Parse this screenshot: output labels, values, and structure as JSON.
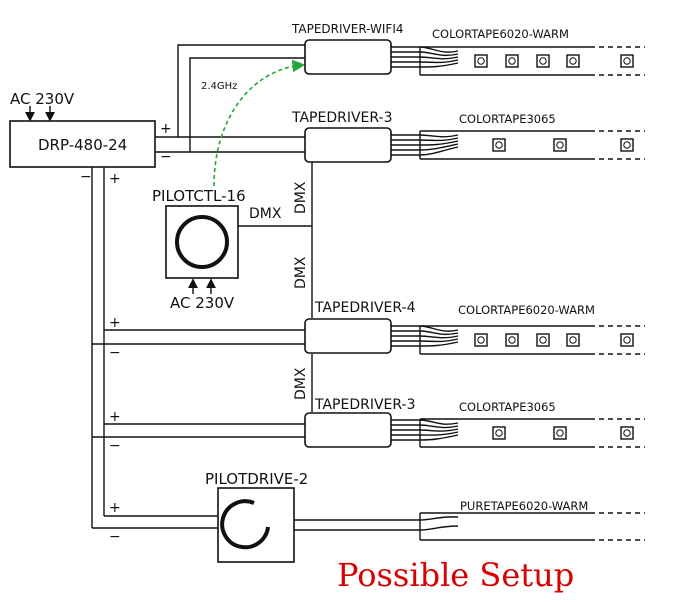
{
  "colors": {
    "accent": "#d80000",
    "wireless": "#22a83a",
    "line": "#111111"
  },
  "psu": {
    "name": "DRP-480-24",
    "input": "AC 230V",
    "plus": "+",
    "minus": "−"
  },
  "controller": {
    "name": "PILOTCTL-16",
    "input": "AC 230V",
    "dmx_out": "DMX",
    "icon": "ring-knob-icon"
  },
  "wireless": {
    "label": "2.4GHz"
  },
  "dmx_labels": [
    "DMX",
    "DMX",
    "DMX"
  ],
  "rows": [
    {
      "driver": "TAPEDRIVER-WIFI4",
      "tape": "COLORTAPE6020-WARM",
      "plus": "+",
      "minus": "−"
    },
    {
      "driver": "TAPEDRIVER-3",
      "tape": "COLORTAPE3065",
      "plus": "",
      "minus": ""
    },
    {
      "driver": "TAPEDRIVER-4",
      "tape": "COLORTAPE6020-WARM",
      "plus": "+",
      "minus": "−"
    },
    {
      "driver": "TAPEDRIVER-3",
      "tape": "COLORTAPE3065",
      "plus": "+",
      "minus": "−"
    }
  ],
  "pilotdrive": {
    "name": "PILOTDRIVE-2",
    "tape": "PURETAPE6020-WARM",
    "plus": "+",
    "minus": "−",
    "icon": "ring-knob-icon"
  },
  "caption": "Possible Setup"
}
